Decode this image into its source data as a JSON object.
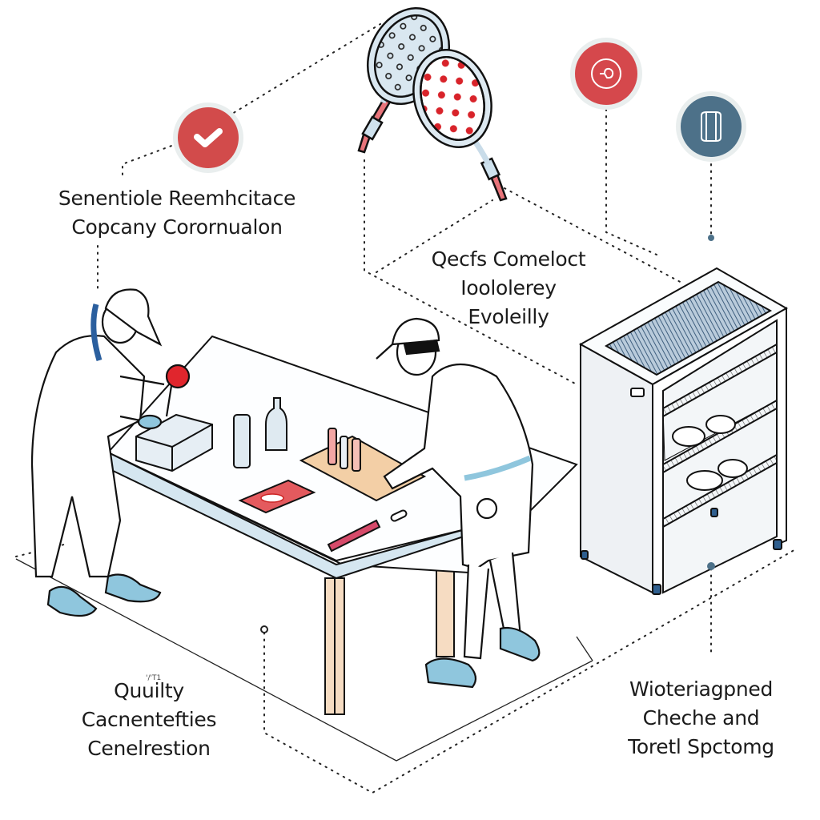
{
  "labels": {
    "top_left": {
      "line1": "Senentiole Reemhcitace",
      "line2": "Copcany Corornualon"
    },
    "center": {
      "line1": "Qecfs Comeloct",
      "line2": "Ioololerey",
      "line3": "Evoleilly"
    },
    "bottom_left": {
      "superscript": "'/'T1",
      "line1": "Quuilty",
      "line2": "Cacnentefties",
      "line3": "Cenelrestion"
    },
    "bottom_right": {
      "line1": "Wioteriagpned",
      "line2": "Cheche and",
      "line3": "Toretl Spctomg"
    }
  },
  "icons": {
    "check_badge": {
      "name": "checkmark-icon",
      "color": "#d24b4b"
    },
    "target_badge": {
      "name": "probe-icon",
      "color": "#d5484c"
    },
    "container_badge": {
      "name": "cylinder-icon",
      "color": "#4d7189"
    }
  },
  "colors": {
    "accent_red": "#d44a4c",
    "accent_blue": "#4d7189",
    "shoe_blue": "#8fc6dd",
    "wood": "#f6dcc2",
    "line": "#111111"
  }
}
